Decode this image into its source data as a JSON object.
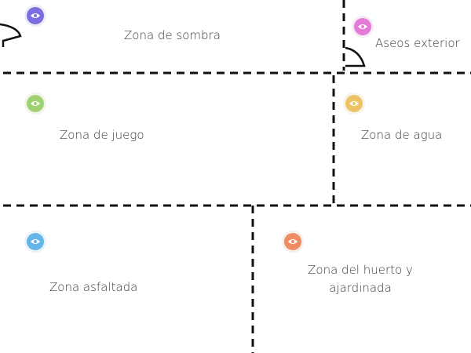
{
  "zones": {
    "sombra": {
      "label": "Zona de sombra",
      "color": "#7b6ee0",
      "icon": "eye-icon"
    },
    "aseos": {
      "label": "Aseos exterior",
      "color": "#e47bd8",
      "icon": "eye-icon"
    },
    "juego": {
      "label": "Zona de juego",
      "color": "#9ed16f",
      "icon": "eye-icon"
    },
    "agua": {
      "label": "Zona de agua",
      "color": "#ecc463",
      "icon": "eye-icon"
    },
    "asfalto": {
      "label": "Zona asfaltada",
      "color": "#64b6ea",
      "icon": "eye-icon"
    },
    "huerto": {
      "label": "Zona del huerto y ajardinada",
      "color": "#ee8c63",
      "icon": "eye-icon"
    }
  },
  "line_color": "#111111"
}
